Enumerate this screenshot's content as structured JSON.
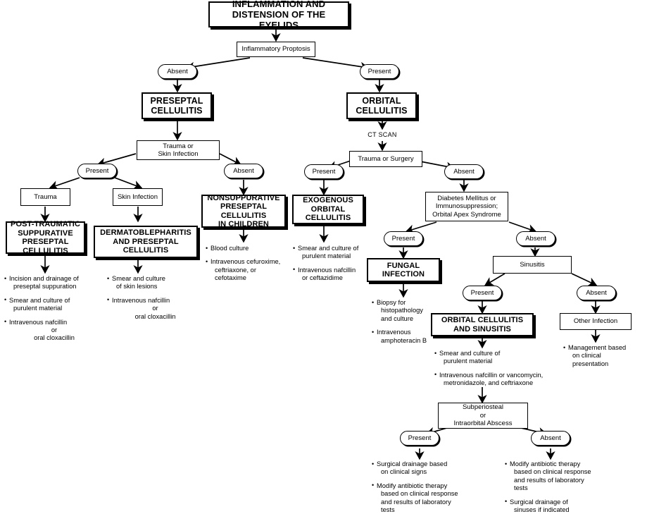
{
  "diagram": {
    "title": "Inflammation and Distension of the Eyelids",
    "type": "clinical-decision-flowchart"
  },
  "nodes": {
    "root": {
      "label": "INFLAMMATION AND\nDISTENSION OF THE EYELIDS",
      "kind": "diagnosis-heavy"
    },
    "inflammatory_proptosis": {
      "label": "Inflammatory Proptosis",
      "kind": "test"
    },
    "proptosis_absent": {
      "label": "Absent",
      "kind": "answer"
    },
    "proptosis_present": {
      "label": "Present",
      "kind": "answer"
    },
    "preseptal_cellulitis": {
      "label": "PRESEPTAL\nCELLULITIS",
      "kind": "diagnosis-heavy"
    },
    "orbital_cellulitis": {
      "label": "ORBITAL\nCELLULITIS",
      "kind": "diagnosis-heavy"
    },
    "ct_scan": {
      "label": "CT SCAN",
      "kind": "plain-text"
    },
    "trauma_or_skin_infection": {
      "label": "Trauma or\nSkin Infection",
      "kind": "test"
    },
    "trauma_or_surgery": {
      "label": "Trauma or Surgery",
      "kind": "test"
    },
    "tsi_present": {
      "label": "Present",
      "kind": "answer"
    },
    "tsi_absent": {
      "label": "Absent",
      "kind": "answer"
    },
    "tos_present": {
      "label": "Present",
      "kind": "answer"
    },
    "tos_absent": {
      "label": "Absent",
      "kind": "answer"
    },
    "trauma": {
      "label": "Trauma",
      "kind": "test"
    },
    "skin_infection": {
      "label": "Skin Infection",
      "kind": "test"
    },
    "post_traumatic": {
      "label": "POST-TRAUMATIC\nSUPPURATIVE\nPRESEPTAL\nCELLULITIS",
      "kind": "diagnosis-heavy"
    },
    "dermatoblepharitis": {
      "label": "DERMATOBLEPHARITIS\nAND PRESEPTAL\nCELLULITIS",
      "kind": "diagnosis-heavy"
    },
    "nonsuppurative": {
      "label": "NONSUPPURATIVE\nPRESEPTAL\nCELLULITIS\nIN CHILDREN",
      "kind": "diagnosis-heavy"
    },
    "exogenous_orbital": {
      "label": "EXOGENOUS\nORBITAL\nCELLULITIS",
      "kind": "diagnosis-heavy"
    },
    "diabetes_immuno": {
      "label": "Diabetes Mellitus or\nImmunosuppression;\nOrbital Apex Syndrome",
      "kind": "test"
    },
    "di_present": {
      "label": "Present",
      "kind": "answer"
    },
    "di_absent": {
      "label": "Absent",
      "kind": "answer"
    },
    "fungal_infection": {
      "label": "FUNGAL\nINFECTION",
      "kind": "diagnosis-heavy"
    },
    "sinusitis": {
      "label": "Sinusitis",
      "kind": "test"
    },
    "sin_present": {
      "label": "Present",
      "kind": "answer"
    },
    "sin_absent": {
      "label": "Absent",
      "kind": "answer"
    },
    "orbital_and_sinusitis": {
      "label": "ORBITAL CELLULITIS\nAND SINUSITIS",
      "kind": "diagnosis-heavy"
    },
    "other_infection": {
      "label": "Other Infection",
      "kind": "test"
    },
    "abscess": {
      "label": "Subperiosteal\nor\nIntraorbital Abscess",
      "kind": "test"
    },
    "abs_present": {
      "label": "Present",
      "kind": "answer"
    },
    "abs_absent": {
      "label": "Absent",
      "kind": "answer"
    }
  },
  "treatments": {
    "post_traumatic": [
      {
        "main": "Incision and drainage of",
        "lines": [
          "preseptal suppuration"
        ],
        "centered": false
      },
      {
        "main": "Smear and culture of",
        "lines": [
          "purulent material"
        ],
        "centered": false
      },
      {
        "main": "Intravenous nafcillin",
        "lines": [
          "or",
          "oral cloxacillin"
        ],
        "centered": true
      }
    ],
    "dermatoblepharitis": [
      {
        "main": "Smear and culture",
        "lines": [
          "of skin lesions"
        ],
        "centered": false
      },
      {
        "main": "Intravenous nafcillin",
        "lines": [
          "or",
          "oral cloxacillin"
        ],
        "centered": true
      }
    ],
    "nonsuppurative": [
      {
        "main": "Blood culture",
        "lines": [],
        "centered": false
      },
      {
        "main": "Intravenous cefuroxime,",
        "lines": [
          "ceftriaxone, or",
          "cefotaxime"
        ],
        "centered": false
      }
    ],
    "exogenous_orbital": [
      {
        "main": "Smear and culture of",
        "lines": [
          "purulent material"
        ],
        "centered": false
      },
      {
        "main": "Intravenous nafcillin",
        "lines": [
          "or ceftazidime"
        ],
        "centered": false
      }
    ],
    "fungal_infection": [
      {
        "main": "Biopsy for",
        "lines": [
          "histopathology",
          "and culture"
        ],
        "centered": false
      },
      {
        "main": "Intravenous",
        "lines": [
          "amphoteracin B"
        ],
        "centered": false
      }
    ],
    "orbital_and_sinusitis": [
      {
        "main": "Smear and culture of",
        "lines": [
          "purulent material"
        ],
        "centered": false
      },
      {
        "main": "Intravenous nafcillin or vancomycin,",
        "lines": [
          "metronidazole, and ceftriaxone"
        ],
        "centered": false
      }
    ],
    "other_infection": [
      {
        "main": "Management based",
        "lines": [
          "on clinical",
          "presentation"
        ],
        "centered": false
      }
    ],
    "abscess_present": [
      {
        "main": "Surgical drainage based",
        "lines": [
          "on clinical signs"
        ],
        "centered": false
      },
      {
        "main": "Modify antibiotic therapy",
        "lines": [
          "based on clinical response",
          "and results of laboratory",
          "tests"
        ],
        "centered": false
      }
    ],
    "abscess_absent": [
      {
        "main": "Modify antibiotic therapy",
        "lines": [
          "based on clinical response",
          "and results of laboratory",
          "tests"
        ],
        "centered": false
      },
      {
        "main": "Surgical drainage of",
        "lines": [
          "sinuses if indicated"
        ],
        "centered": false
      }
    ]
  },
  "colors": {
    "ink": "#000000",
    "paper": "#ffffff"
  }
}
